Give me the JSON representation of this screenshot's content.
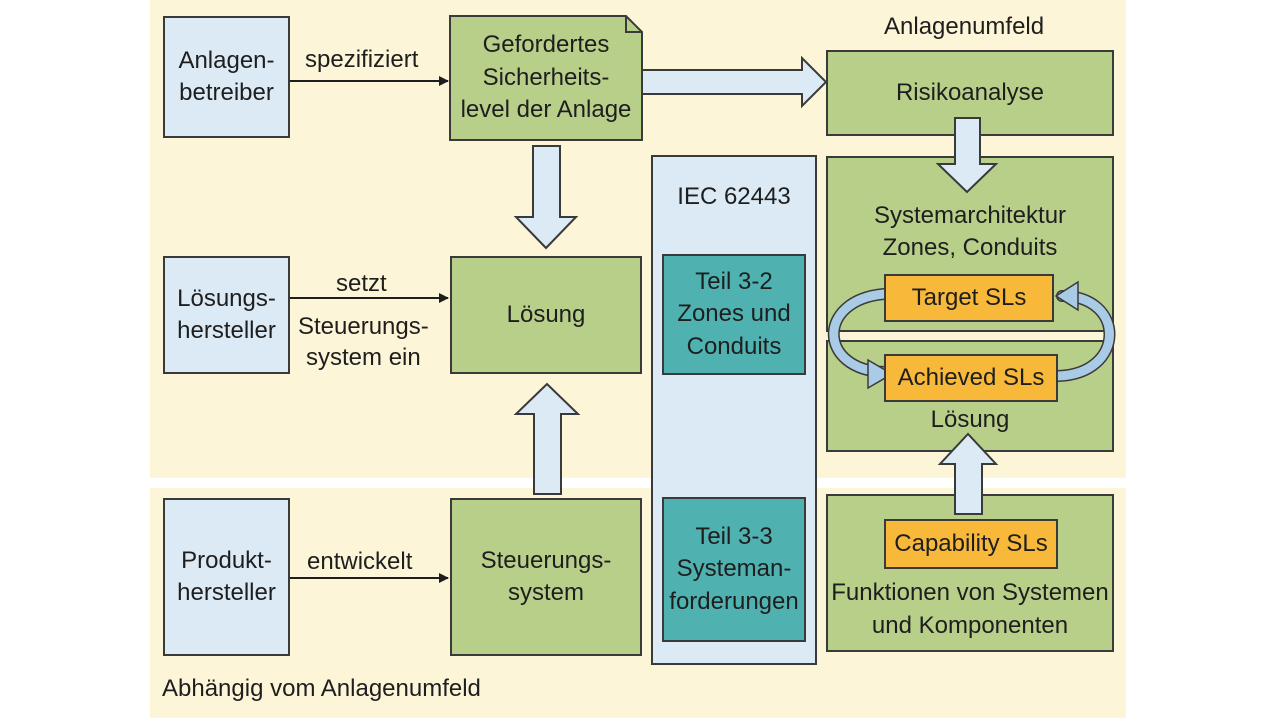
{
  "regions": {
    "anlagenumfeld": "Anlagenumfeld",
    "abhaengig": "Abhängig vom Anlagenumfeld"
  },
  "actors": {
    "anlagenbetreiber": [
      "Anlagen-",
      "betreiber"
    ],
    "loesungshersteller": [
      "Lösungs-",
      "hersteller"
    ],
    "produkthersteller": [
      "Produkt-",
      "hersteller"
    ]
  },
  "relations": {
    "spezifiziert": "spezifiziert",
    "setzt": "setzt",
    "steuerungssystem_ein": [
      "Steuerungs-",
      "system ein"
    ],
    "entwickelt": "entwickelt"
  },
  "center": {
    "sicherheitslevel": [
      "Gefordertes",
      "Sicherheits-",
      "level der Anlage"
    ],
    "loesung": "Lösung",
    "steuerungssystem": [
      "Steuerungs-",
      "system"
    ]
  },
  "iec": {
    "title": "IEC 62443",
    "teil32": [
      "Teil 3-2",
      "Zones und",
      "Conduits"
    ],
    "teil33": [
      "Teil 3-3",
      "Systeman-",
      "forderungen"
    ]
  },
  "right": {
    "risikoanalyse": "Risikoanalyse",
    "systemarchitektur": [
      "Systemarchitektur",
      "Zones, Conduits"
    ],
    "target_sls": "Target SLs",
    "achieved_sls": "Achieved SLs",
    "loesung": "Lösung",
    "capability_sls": "Capability SLs",
    "funktionen": [
      "Funktionen von Systemen",
      "und Komponenten"
    ]
  },
  "colors": {
    "background": "#fcf5d8",
    "actor_blue": "#dbeaf5",
    "box_green": "#b8cf8a",
    "part_teal": "#4fb2b1",
    "sl_orange": "#f8b93a",
    "arrow_fill": "#dbeaf5",
    "outline": "#3a3a3a"
  }
}
